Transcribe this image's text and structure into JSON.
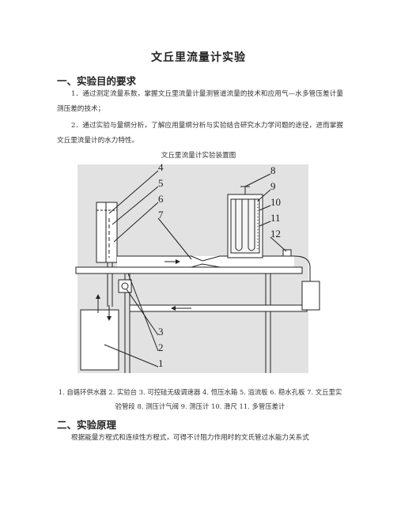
{
  "title": "文丘里流量计实验",
  "section1": {
    "heading": "一、实验目的要求",
    "p1": "1．通过测定流量系数，掌握文丘里流量计量测管道流量的技术和应用气—水多管压差计量测压差的技术；",
    "p2": "2．通过实验与量纲分析，了解应用量纲分析与实验结合研究水力学问题的途径，进而掌握文丘里流量计的水力特性。"
  },
  "figure": {
    "caption": "文丘里流量计实验装置图",
    "labels": [
      "1",
      "2",
      "3",
      "4",
      "5",
      "6",
      "7",
      "8",
      "9",
      "10",
      "11",
      "12"
    ],
    "legend": "1. 自循环供水器  2. 实验台  3. 可控硅无级调速器  4. 恒压水箱  5. 溢流板  6. 稳水孔板  7. 文丘里实验管段  8. 测压计气阀  9. 测压计  10. 滑尺  11. 多管压差计"
  },
  "section2": {
    "heading": "二、实验原理",
    "p1": "根据能量方程式和连续性方程式，可得不计阻力作用时的文氏管过水能力关系式"
  }
}
